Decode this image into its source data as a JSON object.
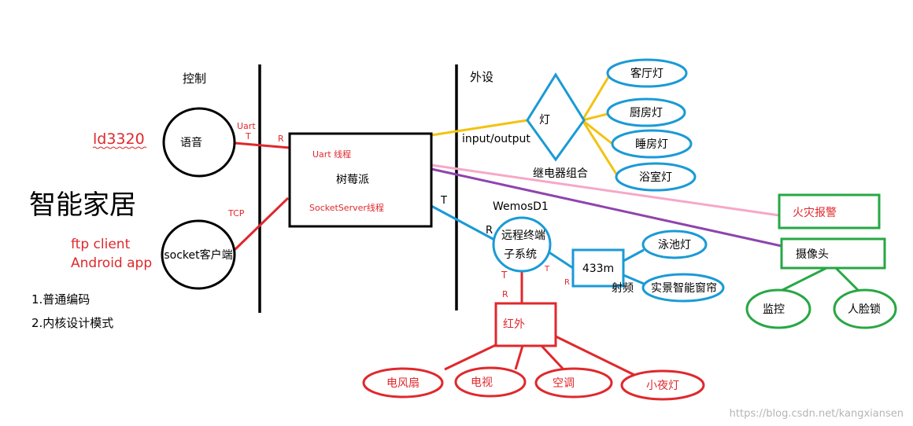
{
  "title": "智能家居",
  "sections": {
    "control": "控制",
    "peripheral": "外设"
  },
  "brand": "ld3320",
  "client_notes": [
    "ftp client",
    "Android app"
  ],
  "design_notes": [
    "1.普通编码",
    "2.内核设计模式"
  ],
  "nodes": {
    "voice": "语音",
    "socket_client": "socket客户端",
    "pi": "树莓派",
    "uart_thread": "Uart 线程",
    "socket_thread": "SocketServer线程",
    "lamp": "灯",
    "relay_group": "继电器组合",
    "living_room_light": "客厅灯",
    "kitchen_light": "厨房灯",
    "bedroom_light": "睡房灯",
    "bathroom_light": "浴室灯",
    "remote_line1": "远程终端",
    "remote_line2": "子系统",
    "wemos": "WemosD1",
    "rf433": "433m",
    "rf_label": "射频",
    "pool_light": "泳池灯",
    "curtain": "实景智能窗帘",
    "infrared": "红外",
    "fan": "电风扇",
    "tv": "电视",
    "aircon": "空调",
    "night_light": "小夜灯",
    "fire_alarm": "火灾报警",
    "camera": "摄像头",
    "monitor": "监控",
    "face_lock": "人脸锁"
  },
  "edge_labels": {
    "uart": "Uart",
    "t_uart": "T",
    "r_uart": "R",
    "tcp": "TCP",
    "io": "input/output",
    "t_wemos": "T",
    "r_wemos": "R",
    "t_ir": "T",
    "r_ir": "R",
    "t_rf": "T",
    "r_rf": "R"
  },
  "watermark": "https://blog.csdn.net/kangxiansen",
  "colors": {
    "black": "#000000",
    "red": "#e0282c",
    "blue": "#1a9ad6",
    "yellow": "#f2c312",
    "green": "#27a744",
    "pink": "#f5a8c8",
    "purple": "#8e44ad",
    "gray": "#b5b5b5"
  }
}
